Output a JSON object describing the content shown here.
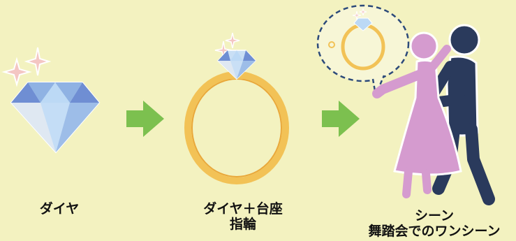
{
  "steps": [
    {
      "caption_lines": [
        "ダイヤ"
      ]
    },
    {
      "caption_lines": [
        "ダイヤ＋台座",
        "指輪"
      ]
    },
    {
      "caption_lines": [
        "シーン",
        "舞踏会でのワンシーン"
      ]
    }
  ],
  "colors": {
    "background": "#f3f2c0",
    "arrow": "#7cc04f",
    "gold": "#f2c256",
    "gold_inner": "#e9a83a",
    "diamond_light": "#bcd9f5",
    "diamond_mid": "#8fb2e3",
    "diamond_dark": "#6f8ed3",
    "sparkle": "#f4c6c3",
    "woman": "#d59bcf",
    "man": "#2a3a5c",
    "bubble": "#2c4a7a"
  },
  "icons": [
    "diamond-icon",
    "sparkle-icon",
    "arrow-right-icon",
    "ring-icon",
    "dancing-couple-icon",
    "thought-bubble-icon"
  ]
}
